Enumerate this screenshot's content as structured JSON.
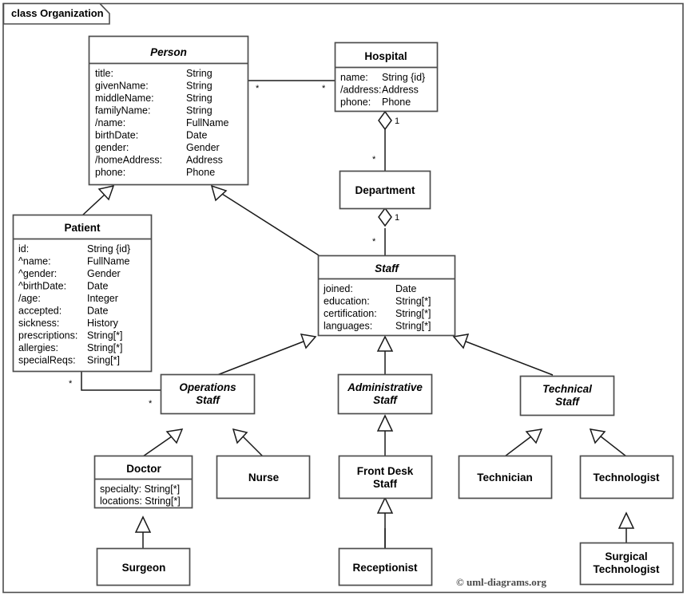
{
  "frame": {
    "label": "class Organization"
  },
  "copyright": "© uml-diagrams.org",
  "classes": {
    "person": {
      "name": "Person",
      "attrs": [
        {
          "name": "title:",
          "type": "String"
        },
        {
          "name": "givenName:",
          "type": "String"
        },
        {
          "name": "middleName:",
          "type": "String"
        },
        {
          "name": "familyName:",
          "type": "String"
        },
        {
          "name": "/name:",
          "type": "FullName"
        },
        {
          "name": "birthDate:",
          "type": "Date"
        },
        {
          "name": "gender:",
          "type": "Gender"
        },
        {
          "name": "/homeAddress:",
          "type": "Address"
        },
        {
          "name": "phone:",
          "type": "Phone"
        }
      ]
    },
    "hospital": {
      "name": "Hospital",
      "attrs": [
        {
          "name": "name:",
          "type": "String {id}"
        },
        {
          "name": "/address:",
          "type": "Address"
        },
        {
          "name": "phone:",
          "type": "Phone"
        }
      ]
    },
    "department": {
      "name": "Department",
      "attrs": []
    },
    "patient": {
      "name": "Patient",
      "attrs": [
        {
          "name": "id:",
          "type": "String {id}"
        },
        {
          "name": "^name:",
          "type": "FullName"
        },
        {
          "name": "^gender:",
          "type": "Gender"
        },
        {
          "name": "^birthDate:",
          "type": "Date"
        },
        {
          "name": "/age:",
          "type": "Integer"
        },
        {
          "name": "accepted:",
          "type": "Date"
        },
        {
          "name": "sickness:",
          "type": "History"
        },
        {
          "name": "prescriptions:",
          "type": "String[*]"
        },
        {
          "name": "allergies:",
          "type": "String[*]"
        },
        {
          "name": "specialReqs:",
          "type": "Sring[*]"
        }
      ]
    },
    "staff": {
      "name": "Staff",
      "attrs": [
        {
          "name": "joined:",
          "type": "Date"
        },
        {
          "name": "education:",
          "type": "String[*]"
        },
        {
          "name": "certification:",
          "type": "String[*]"
        },
        {
          "name": "languages:",
          "type": "String[*]"
        }
      ]
    },
    "operations_staff": {
      "name_line1": "Operations",
      "name_line2": "Staff"
    },
    "administrative_staff": {
      "name_line1": "Administrative",
      "name_line2": "Staff"
    },
    "technical_staff": {
      "name_line1": "Technical",
      "name_line2": "Staff"
    },
    "doctor": {
      "name": "Doctor",
      "attrs": [
        {
          "name": "specialty: String[*]"
        },
        {
          "name": "locations: String[*]"
        }
      ]
    },
    "nurse": {
      "name": "Nurse"
    },
    "front_desk_staff": {
      "name_line1": "Front Desk",
      "name_line2": "Staff"
    },
    "technician": {
      "name": "Technician"
    },
    "technologist": {
      "name": "Technologist"
    },
    "surgeon": {
      "name": "Surgeon"
    },
    "receptionist": {
      "name": "Receptionist"
    },
    "surgical_technologist": {
      "name_line1": "Surgical",
      "name_line2": "Technologist"
    }
  },
  "multiplicities": {
    "person_hospital_left": "*",
    "person_hospital_right": "*",
    "hospital_department_one": "1",
    "hospital_department_many": "*",
    "department_staff_one": "1",
    "department_staff_many": "*",
    "patient_ops_left": "*",
    "patient_ops_right": "*"
  }
}
